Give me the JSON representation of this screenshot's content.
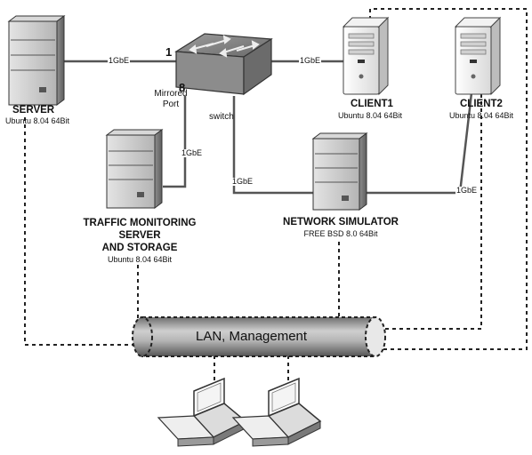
{
  "nodes": {
    "server": {
      "name": "SERVER",
      "os": "Ubuntu 8.04 64Bit"
    },
    "client1": {
      "name": "CLIENT1",
      "os": "Ubuntu 8.04 64Bit"
    },
    "client2": {
      "name": "CLIENT2",
      "os": "Ubuntu 8.04 64Bit"
    },
    "monitor": {
      "name_line1": "TRAFFIC MONITORING",
      "name_line2": "SERVER",
      "name_line3": "AND STORAGE",
      "os": "Ubuntu 8.04 64Bit"
    },
    "netsim": {
      "name": "NETWORK SIMULATOR",
      "os": "FREE BSD 8.0 64Bit"
    },
    "switch": {
      "name": "switch",
      "mirror_line1": "Mirrored",
      "mirror_line2": "Port",
      "port1": "1",
      "port8": "8"
    }
  },
  "links": {
    "server_switch": "1GbE",
    "switch_client1": "1GbE",
    "switch_monitor": "1GbE",
    "switch_netsim": "1GbE",
    "netsim_client2": "1GbE"
  },
  "lan": {
    "label": "LAN, Management"
  },
  "colors": {
    "line": "#555555",
    "dash": "#222222",
    "case": "#c8c8c8",
    "case_dark": "#8a8a8a"
  }
}
